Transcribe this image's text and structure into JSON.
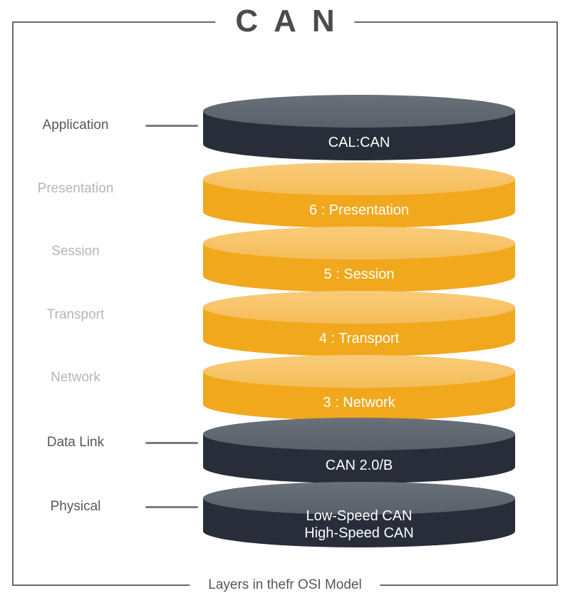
{
  "title": "CAN",
  "caption": "Layers in thefr OSI Model",
  "colors": {
    "dark_disk_side": "#282d39",
    "dark_disk_top": "#626871",
    "yellow_disk_side": "#f2a81d",
    "yellow_disk_top": "#f8c76f",
    "disk_label_text": "#ffffff",
    "osi_label_active": "#55575b",
    "osi_label_inactive": "#b5b6b8",
    "frame_border": "#6a6b6d",
    "title_text": "#4a4b4d"
  },
  "layers": [
    {
      "osi_label": "Application",
      "disk_label": "CAL:CAN",
      "style": "dark",
      "has_connector": true
    },
    {
      "osi_label": "Presentation",
      "disk_label": "6 : Presentation",
      "style": "yellow",
      "has_connector": false
    },
    {
      "osi_label": "Session",
      "disk_label": "5 : Session",
      "style": "yellow",
      "has_connector": false
    },
    {
      "osi_label": "Transport",
      "disk_label": "4 : Transport",
      "style": "yellow",
      "has_connector": false
    },
    {
      "osi_label": "Network",
      "disk_label": "3 : Network",
      "style": "yellow",
      "has_connector": false
    },
    {
      "osi_label": "Data Link",
      "disk_label": "CAN 2.0/B",
      "style": "dark",
      "has_connector": true
    },
    {
      "osi_label": "Physical",
      "disk_label": [
        "Low-Speed CAN",
        "High-Speed CAN"
      ],
      "style": "dark",
      "has_connector": true
    }
  ]
}
